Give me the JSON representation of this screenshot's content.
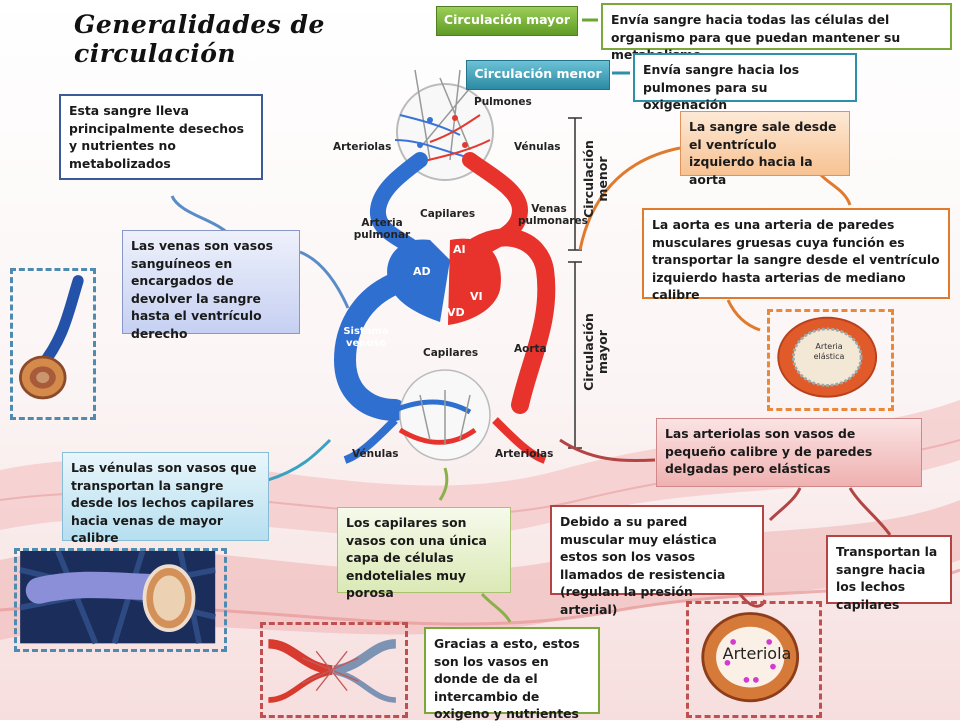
{
  "title": "Generalidades de circulación",
  "tags": {
    "mayor": "Circulación mayor",
    "menor": "Circulación menor"
  },
  "notes": {
    "mayor": "Envía sangre hacia todas las células del organismo para que puedan mantener su metabolismo",
    "menor": "Envía sangre hacia los pulmones para su oxigenación",
    "desechos": "Esta sangre lleva principalmente desechos y nutrientes no metabolizados",
    "venas": "Las venas son vasos sanguíneos en encargados de devolver la sangre hasta el ventrículo derecho",
    "sale": "La sangre sale desde el ventrículo izquierdo hacia la aorta",
    "aorta": "La aorta es una arteria de paredes musculares gruesas cuya función es transportar la sangre desde el ventrículo izquierdo hasta arterias de mediano calibre",
    "venulas": "Las vénulas son vasos que transportan la sangre desde los lechos capilares hacia venas de mayor calibre",
    "capilares": "Los capilares son vasos con una única capa de células endoteliales muy porosa",
    "arteriolas": "Las arteriolas son vasos de pequeño calibre y de paredes delgadas pero elásticas",
    "resistencia": "Debido a su pared muscular muy elástica estos son los vasos llamados de resistencia (regulan la presión arterial)",
    "lechos": "Transportan la sangre hacia los lechos capilares",
    "intercambio": "Gracias a esto, estos son los vasos en donde de da el intercambio de oxigeno y nutrientes"
  },
  "diagram": {
    "pulmones": "Pulmones",
    "arteriolas_top": "Arteriolas",
    "venulas_top": "Vénulas",
    "capilares_top": "Capilares",
    "arteria_pulmonar": "Arteria pulmonar",
    "venas_pulmonares": "Venas pulmonares",
    "ai": "AI",
    "ad": "AD",
    "vi": "VI",
    "vd": "VD",
    "sistema_venoso": "Sistema venoso",
    "capilares_bottom": "Capilares",
    "aorta": "Aorta",
    "venulas_bottom": "Vénulas",
    "arteriolas_bottom": "Arteriolas",
    "circ_menor": "Circulación menor",
    "circ_mayor": "Circulación mayor"
  },
  "figures": {
    "arteria_elastica": "Arteria elástica",
    "arteriola": "Arteriola"
  },
  "colors": {
    "artery_red": "#e8322c",
    "vein_blue": "#2f6fd0",
    "tag_green": "#6aa632",
    "tag_teal": "#2f8ea8"
  }
}
